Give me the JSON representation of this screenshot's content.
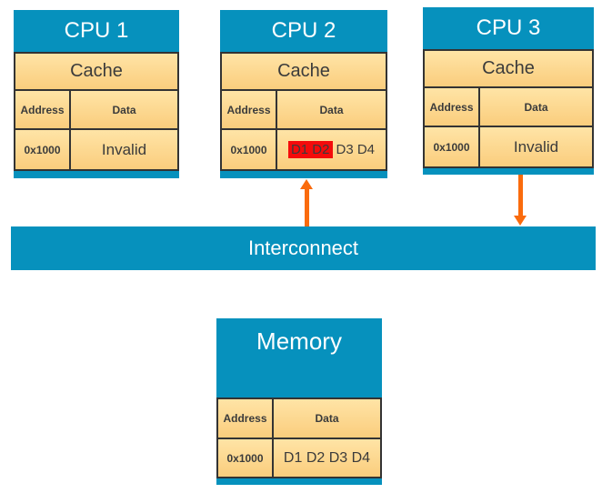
{
  "colors": {
    "block_blue": "#0691BD",
    "cell_gradient_top": "#FFE4A6",
    "cell_gradient_bottom": "#FACD7D",
    "table_border": "#333333",
    "text_dark": "#3B3B3B",
    "text_white": "#FFFFFF",
    "arrow_orange": "#FA6B0D",
    "highlight_red": "#F40B0B"
  },
  "cpus": [
    {
      "title": "CPU 1",
      "cache_label": "Cache",
      "columns": {
        "address": "Address",
        "data": "Data"
      },
      "row": {
        "address": "0x1000",
        "data": "Invalid"
      }
    },
    {
      "title": "CPU 2",
      "cache_label": "Cache",
      "columns": {
        "address": "Address",
        "data": "Data"
      },
      "row": {
        "address": "0x1000",
        "data_highlighted": "D1 D2",
        "data_plain": "D3 D4"
      }
    },
    {
      "title": "CPU 3",
      "cache_label": "Cache",
      "columns": {
        "address": "Address",
        "data": "Data"
      },
      "row": {
        "address": "0x1000",
        "data": "Invalid"
      }
    }
  ],
  "interconnect": {
    "label": "Interconnect"
  },
  "memory": {
    "title": "Memory",
    "columns": {
      "address": "Address",
      "data": "Data"
    },
    "row": {
      "address": "0x1000",
      "data": "D1 D2 D3 D4"
    }
  },
  "arrows": [
    {
      "name": "cpu2-to-interconnect",
      "direction": "up"
    },
    {
      "name": "cpu3-to-interconnect",
      "direction": "down"
    }
  ]
}
